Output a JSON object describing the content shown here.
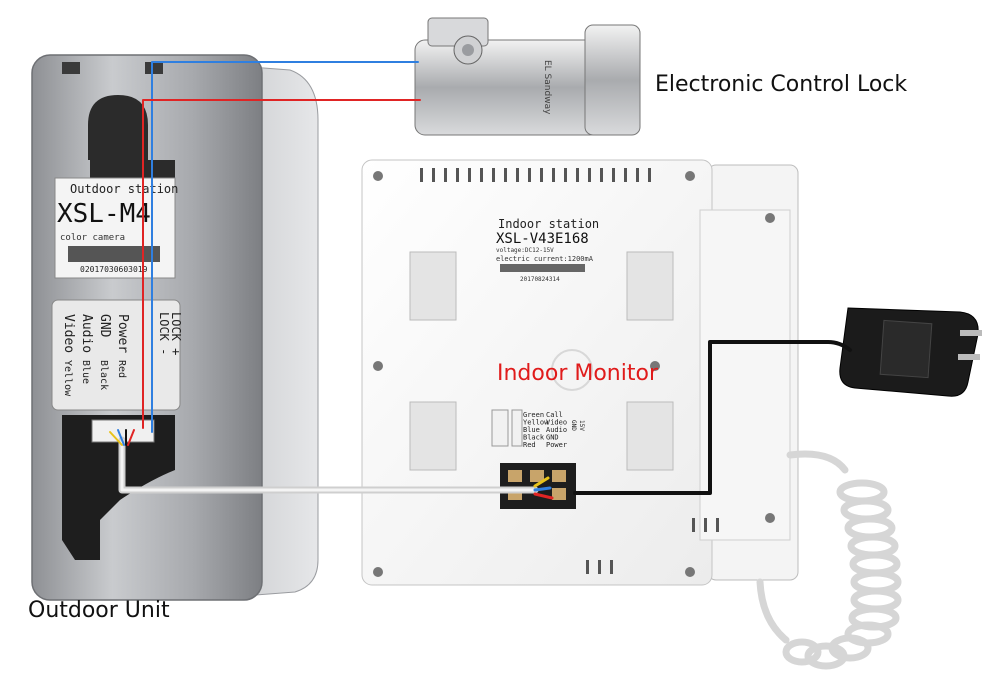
{
  "captions": {
    "lock": "Electronic Control Lock",
    "outdoor": "Outdoor Unit",
    "monitor": "Indoor Monitor"
  },
  "outdoor_label": {
    "line1": "Outdoor station",
    "line2": "XSL-M4",
    "line3": "color camera",
    "serial": "02017030603019"
  },
  "outdoor_terminals": [
    {
      "name": "Power",
      "color": "Red"
    },
    {
      "name": "GND",
      "color": "Black"
    },
    {
      "name": "Audio",
      "color": "Blue"
    },
    {
      "name": "Video",
      "color": "Yellow"
    }
  ],
  "outdoor_lock_terms": [
    "LOCK -",
    "LOCK +"
  ],
  "monitor_label": {
    "line1": "Indoor station",
    "line2": "XSL-V43E168",
    "line3": "voltage:DC12-15V",
    "line4": "electric current:1200mA",
    "serial": "20170824314"
  },
  "monitor_terminals": [
    {
      "color": "Green",
      "func": "Call"
    },
    {
      "color": "Yellow",
      "func": "Video"
    },
    {
      "color": "Blue",
      "func": "Audio"
    },
    {
      "color": "Black",
      "func": "GND"
    },
    {
      "color": "Red",
      "func": "Power"
    }
  ],
  "monitor_power_terms": [
    "GND",
    "15V"
  ],
  "lock_brand": "EL Sandway",
  "colors": {
    "caption_red": "#e01b1b",
    "wire_blue": "#2f7fe0",
    "wire_red": "#e02424",
    "wire_black": "#111111",
    "wire_white": "#dcdcdc"
  }
}
